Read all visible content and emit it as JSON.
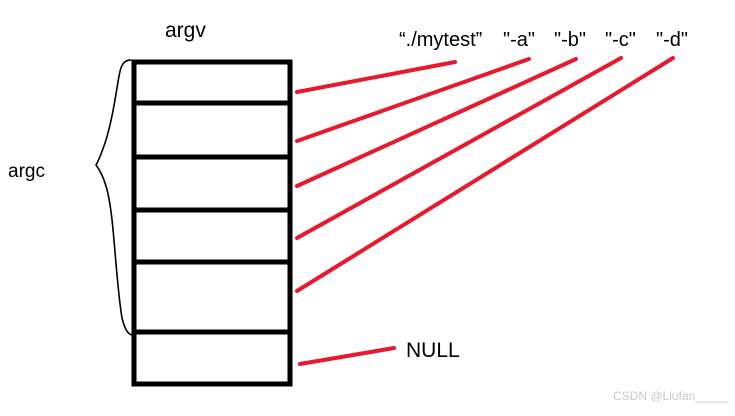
{
  "figure": {
    "title_argv": "argv",
    "label_argc": "argc",
    "label_null": "NULL",
    "watermark": "CSDN @Liufan_____",
    "colors": {
      "background": "#ffffff",
      "stroke": "#000000",
      "pointer": "#e8192c",
      "watermark": "#c9c9c9"
    },
    "array": {
      "name": "argv",
      "cell_count": 6,
      "cells": [
        {
          "index": 0,
          "points_to": "“./mytest”"
        },
        {
          "index": 1,
          "points_to": "\"-a\""
        },
        {
          "index": 2,
          "points_to": "\"-b\""
        },
        {
          "index": 3,
          "points_to": "\"-c\""
        },
        {
          "index": 4,
          "points_to": "\"-d\""
        },
        {
          "index": 5,
          "points_to": "NULL"
        }
      ]
    },
    "arg_strings": [
      "“./mytest”",
      "\"-a\"",
      "\"-b\"",
      "\"-c\"",
      "\"-d\""
    ],
    "brace": {
      "label": "argc",
      "spans_cells": 5
    }
  }
}
